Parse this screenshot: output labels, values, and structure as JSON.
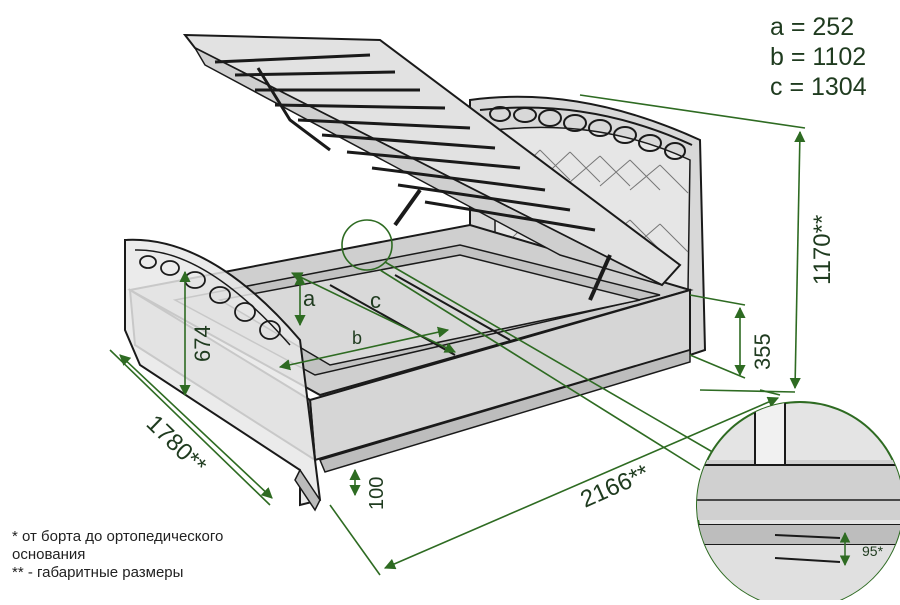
{
  "legend": {
    "a": "a = 252",
    "b": "b = 1102",
    "c": "c = 1304"
  },
  "labels": {
    "a": "a",
    "b": "b",
    "c": "c",
    "height_674": "674",
    "height_355": "355",
    "height_1170": "1170**",
    "height_100": "100",
    "width_1780": "1780**",
    "length_2166": "2166**",
    "detail_95": "95*"
  },
  "notes": {
    "line1": "* от борта до ортопедического",
    "line2": "основания",
    "line3": "** - габаритные размеры"
  },
  "colors": {
    "dimension": "#2e6b22",
    "outline": "#1a1a1a",
    "panel": "#d4d4d4",
    "panel_dark": "#a8a8a8"
  }
}
